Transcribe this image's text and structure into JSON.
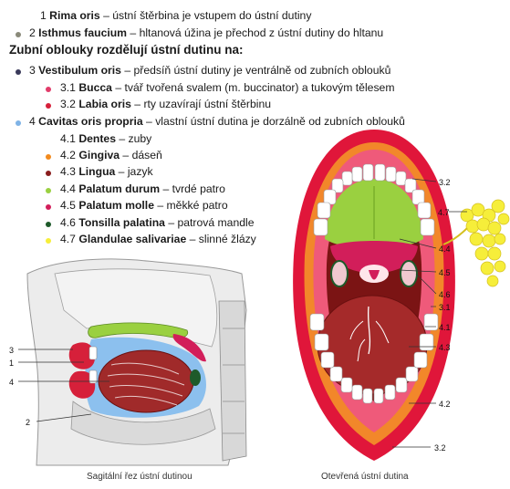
{
  "legend": {
    "items": [
      {
        "num": "1",
        "term": "Rima oris",
        "desc": " – ústní štěrbina je vstupem do ústní dutiny",
        "color": ""
      },
      {
        "num": "2",
        "term": "Isthmus faucium",
        "desc": " – hltanová úžina je přechod z ústní dutiny do hltanu",
        "color": "#8a8a7a"
      },
      {
        "num": "3",
        "term": "Vestibulum oris",
        "desc": " – předsíň ústní dutiny je ventrálně od zubních oblouků",
        "color": "#3a3a5a"
      },
      {
        "num": "3.1",
        "term": "Bucca",
        "desc": " – tvář tvořená svalem (m. buccinator) a tukovým tělesem",
        "color": "#e23c6a"
      },
      {
        "num": "3.2",
        "term": "Labia oris",
        "desc": " – rty uzavírají ústní štěrbinu",
        "color": "#d6203a"
      },
      {
        "num": "4",
        "term": "Cavitas oris propria",
        "desc": " – vlastní ústní dutina je dorzálně od zubních oblouků",
        "color": "#7fb3e6"
      },
      {
        "num": "4.1",
        "term": "Dentes",
        "desc": " – zuby",
        "color": ""
      },
      {
        "num": "4.2",
        "term": "Gingiva",
        "desc": " – dáseň",
        "color": "#f28a1e"
      },
      {
        "num": "4.3",
        "term": "Lingua",
        "desc": " – jazyk",
        "color": "#8a1e1e"
      },
      {
        "num": "4.4",
        "term": "Palatum durum",
        "desc": " – tvrdé patro",
        "color": "#9ad040"
      },
      {
        "num": "4.5",
        "term": "Palatum molle",
        "desc": " – měkké patro",
        "color": "#d21e5a"
      },
      {
        "num": "4.6",
        "term": "Tonsilla palatina",
        "desc": " – patrová mandle",
        "color": "#1e5a2a"
      },
      {
        "num": "4.7",
        "term": "Glandulae salivariae",
        "desc": " – slinné žlázy",
        "color": "#f6ee3a"
      }
    ],
    "heading": "Zubní oblouky rozdělují ústní dutinu na:"
  },
  "sagittal": {
    "caption": "Sagitální řez ústní dutinou",
    "labels": [
      "3",
      "1",
      "4",
      "2"
    ]
  },
  "open_mouth": {
    "caption": "Otevřená ústní dutina",
    "labels": [
      "3.2",
      "4.7",
      "4.4",
      "4.5",
      "4.6",
      "3.1",
      "4.1",
      "4.3",
      "4.2",
      "3.2"
    ]
  }
}
